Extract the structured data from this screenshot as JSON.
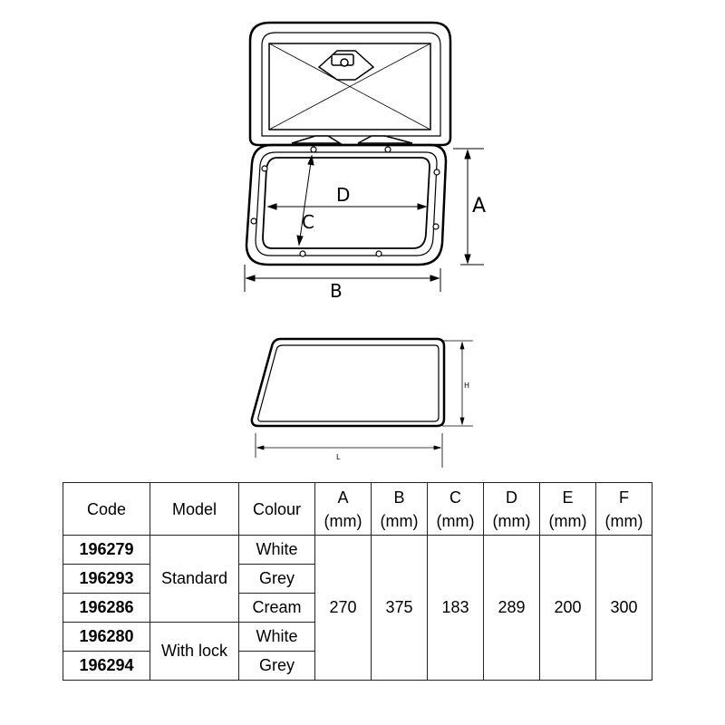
{
  "diagram": {
    "top_view_labels": {
      "a": "A",
      "b": "B",
      "c": "C",
      "d": "D"
    },
    "side_view_labels": {
      "h": "H",
      "l": "L"
    }
  },
  "table": {
    "headers": {
      "code": "Code",
      "model": "Model",
      "colour": "Colour",
      "dims": [
        {
          "letter": "A",
          "unit": "(mm)"
        },
        {
          "letter": "B",
          "unit": "(mm)"
        },
        {
          "letter": "C",
          "unit": "(mm)"
        },
        {
          "letter": "D",
          "unit": "(mm)"
        },
        {
          "letter": "E",
          "unit": "(mm)"
        },
        {
          "letter": "F",
          "unit": "(mm)"
        }
      ]
    },
    "rows": [
      {
        "code": "196279",
        "colour": "White"
      },
      {
        "code": "196293",
        "colour": "Grey"
      },
      {
        "code": "196286",
        "colour": "Cream"
      },
      {
        "code": "196280",
        "colour": "White"
      },
      {
        "code": "196294",
        "colour": "Grey"
      }
    ],
    "models": {
      "standard": "Standard",
      "with_lock": "With lock"
    },
    "values": {
      "a": "270",
      "b": "375",
      "c": "183",
      "d": "289",
      "e": "200",
      "f": "300"
    }
  }
}
